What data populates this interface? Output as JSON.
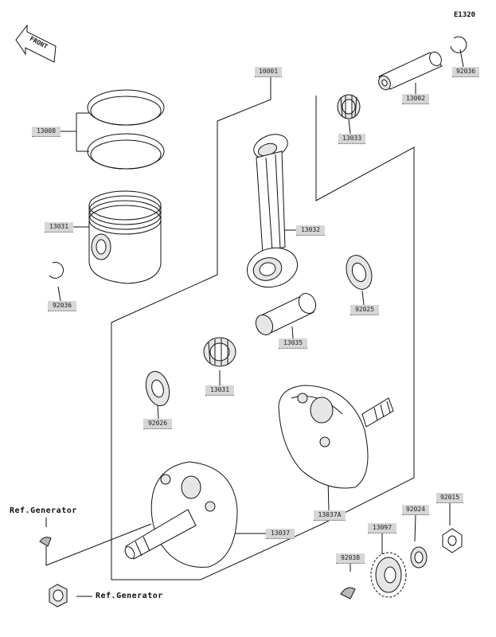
{
  "diagram_code": "E1320",
  "front_arrow_text": "FRONT",
  "ref_generator_top": "Ref.Generator",
  "ref_generator_bottom": "Ref.Generator",
  "labels": {
    "p10001": "10001",
    "p13002": "13002",
    "p92036_top": "92036",
    "p13033": "13033",
    "p13008": "13008",
    "p13031_piston": "13031",
    "p13032": "13032",
    "p92036_left": "92036",
    "p92025": "92025",
    "p13035": "13035",
    "p13031_bearing": "13031",
    "p92026": "92026",
    "p13037a": "13037A",
    "p92024": "92024",
    "p92015": "92015",
    "p13097": "13097",
    "p13037": "13037",
    "p92038": "92038"
  }
}
